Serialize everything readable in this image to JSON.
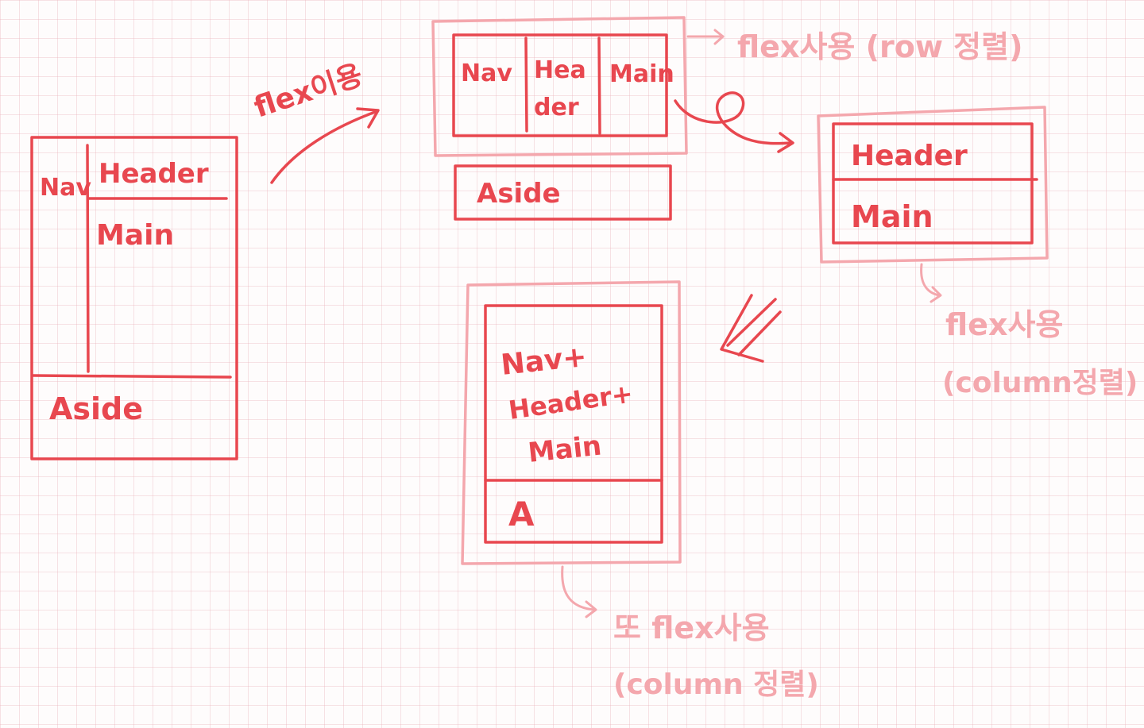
{
  "colors": {
    "ink_red": "#e8474f",
    "ink_pink": "#f4a7ad",
    "grid": "#e8a8b2"
  },
  "original_layout": {
    "nav": "Nav",
    "header": "Header",
    "main": "Main",
    "aside": "Aside"
  },
  "arrow_flex_label": "flex이용",
  "row_step": {
    "nav": "Nav",
    "header_line1": "Hea",
    "header_line2": "der",
    "main": "Main",
    "aside": "Aside",
    "note": "flex사용 (row 정렬)"
  },
  "column_step": {
    "header": "Header",
    "main": "Main",
    "note_line1": "flex사용",
    "note_line2": "(column정렬)"
  },
  "final_step": {
    "line1": "Nav+",
    "line2": "Header+",
    "line3": "Main",
    "aside_short": "A",
    "note_line1": "또 flex사용",
    "note_line2": "(column 정렬)"
  }
}
